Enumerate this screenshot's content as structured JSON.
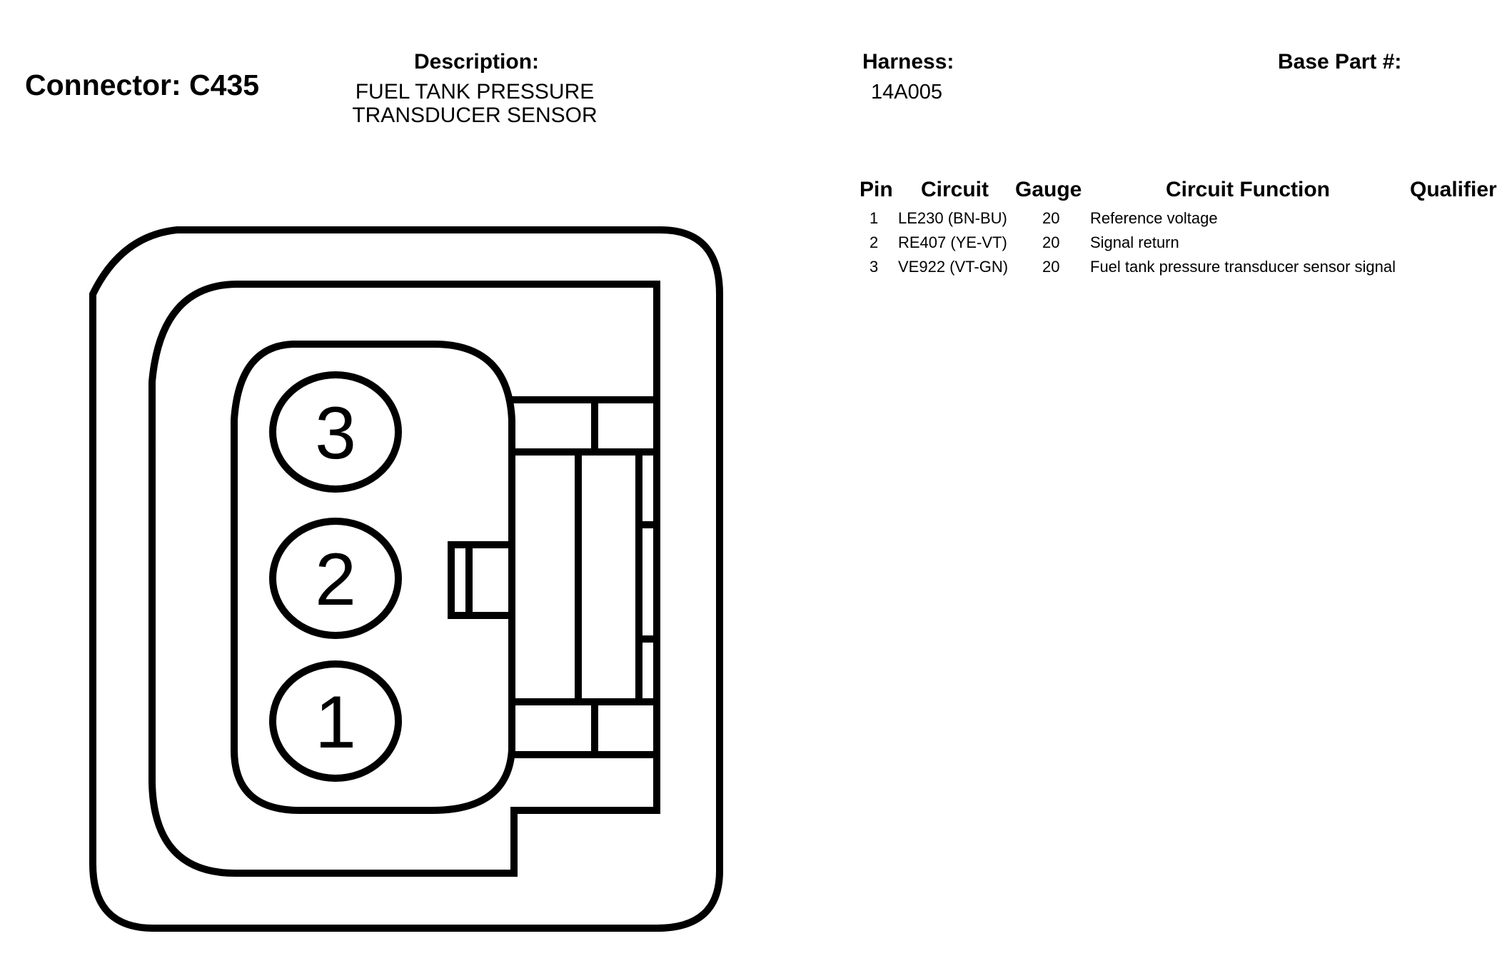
{
  "connector": {
    "label": "Connector: C435"
  },
  "description": {
    "label": "Description:",
    "value": "FUEL TANK PRESSURE TRANSDUCER SENSOR"
  },
  "harness": {
    "label": "Harness:",
    "value": "14A005"
  },
  "base_part": {
    "label": "Base Part #:",
    "value": ""
  },
  "table": {
    "headers": {
      "pin": "Pin",
      "circuit": "Circuit",
      "gauge": "Gauge",
      "function": "Circuit Function",
      "qualifier": "Qualifier"
    },
    "rows": [
      {
        "pin": "1",
        "circuit": "LE230 (BN-BU)",
        "gauge": "20",
        "function": "Reference voltage",
        "qualifier": ""
      },
      {
        "pin": "2",
        "circuit": "RE407 (YE-VT)",
        "gauge": "20",
        "function": "Signal return",
        "qualifier": ""
      },
      {
        "pin": "3",
        "circuit": "VE922 (VT-GN)",
        "gauge": "20",
        "function": "Fuel tank pressure transducer sensor signal",
        "qualifier": ""
      }
    ]
  },
  "diagram": {
    "pins": [
      "3",
      "2",
      "1"
    ],
    "stroke_color": "#000000"
  }
}
